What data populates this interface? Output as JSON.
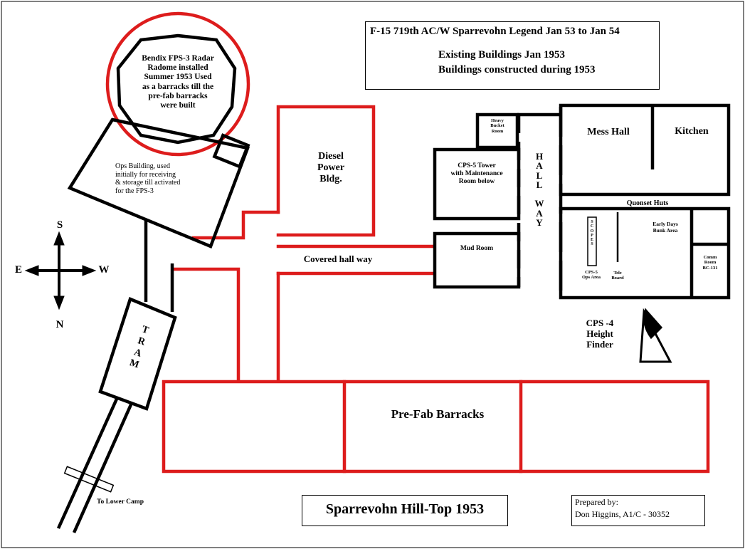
{
  "legend": {
    "title": "F-15 719th AC/W Sparrevohn Legend Jan 53 to Jan 54",
    "existing": "Existing Buildings Jan 1953",
    "constructed": "Buildings constructed during 1953",
    "colors": {
      "existing": "#000000",
      "constructed": "#dd1c1c"
    }
  },
  "title": "Sparrevohn Hill-Top 1953",
  "prepared": {
    "line1": "Prepared by:",
    "line2": "Don Higgins, A1/C - 30352"
  },
  "labels": {
    "radome": "Bendix FPS-3 Radar\nRadome installed\nSummer 1953  Used\nas a barracks till the\npre-fab barracks\nwere built",
    "ops": "Ops Building, used\ninitially for receiving\n& storage till activated\nfor the FPS-3",
    "diesel": "Diesel\nPower\nBldg.",
    "covered": "Covered hall way",
    "mud": "Mud Room",
    "cps5": "CPS-5 Tower\nwith Maintenance\nRoom below",
    "heavy": "Heavy\nBucket\nRoom",
    "hallway": "H\nA\nL\nL\n \nW\nA\nY",
    "mess": "Mess Hall",
    "kitchen": "Kitchen",
    "quonset": "Quonset Huts",
    "scopes": "S\nC\nO\nP\nE\nS",
    "ops_area": "CPS-5\nOps Area",
    "tele": "Tele\nBoard",
    "bunk": "Early Days\nBunk Area",
    "comm": "Comm\nRoom\nBC-131",
    "height": "CPS -4\nHeight\nFinder",
    "tram": "T\nR\nA\nM",
    "barracks": "Pre-Fab Barracks",
    "lower": "To Lower Camp"
  },
  "compass": {
    "n": "N",
    "s": "S",
    "e": "E",
    "w": "W"
  }
}
